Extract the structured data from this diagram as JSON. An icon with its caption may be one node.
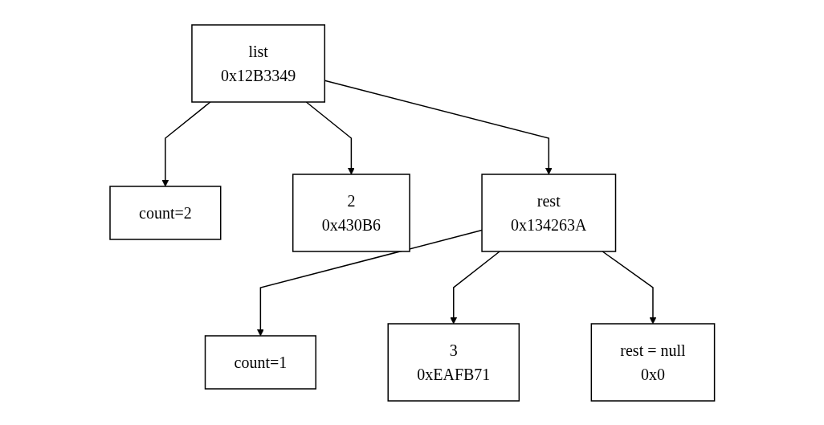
{
  "diagram": {
    "nodes": [
      {
        "text": [
          "list",
          "0x12B3349"
        ]
      },
      {
        "text": [
          "count=2"
        ]
      },
      {
        "text": [
          "2",
          "0x430B6"
        ]
      },
      {
        "text": [
          "rest",
          "0x134263A"
        ]
      },
      {
        "text": [
          "count=1"
        ]
      },
      {
        "text": [
          "3",
          "0xEAFB71"
        ]
      },
      {
        "text": [
          "rest = null",
          "0x0"
        ]
      }
    ],
    "edges": [
      {
        "from": 0,
        "to": 1,
        "arrow": "to"
      },
      {
        "from": 0,
        "to": 2,
        "arrow": "to"
      },
      {
        "from": 0,
        "to": 3,
        "arrow": "to"
      },
      {
        "from": 3,
        "to": 4,
        "arrow": "to"
      },
      {
        "from": 3,
        "to": 5,
        "arrow": "to"
      },
      {
        "from": 3,
        "to": 6,
        "arrow": "to"
      }
    ]
  }
}
